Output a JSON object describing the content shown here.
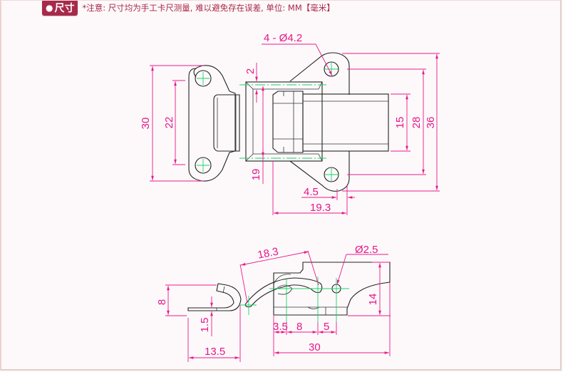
{
  "header": {
    "badge_label": "尺寸",
    "note": "*注意: 尺寸均为手工卡尺测量, 难以避免存在误差, 单位: MM【毫米】"
  },
  "colors": {
    "accent": "#a8294a",
    "dimension": "#ea1a8c",
    "centerline": "#18d26a",
    "outline": "#222222"
  },
  "top_view": {
    "hole_callout": "4 - Ø4.2",
    "dims": {
      "keeper_height": "30",
      "keeper_hole_pitch": "22",
      "frame_wall": "2",
      "inner_opening": "19",
      "hole_edge_offset": "4.5",
      "base_length": "19.3",
      "lever_width": "15",
      "base_hole_pitch": "28",
      "base_height": "36"
    }
  },
  "side_view": {
    "pin_callout": "Ø2.5",
    "dims": {
      "hook_length": "18.3",
      "keeper_height": "8",
      "keeper_thickness": "1.5",
      "keeper_length": "13.5",
      "offset_1": "3.5",
      "offset_2": "8",
      "offset_3": "5",
      "base_length": "30",
      "body_height": "14"
    }
  }
}
